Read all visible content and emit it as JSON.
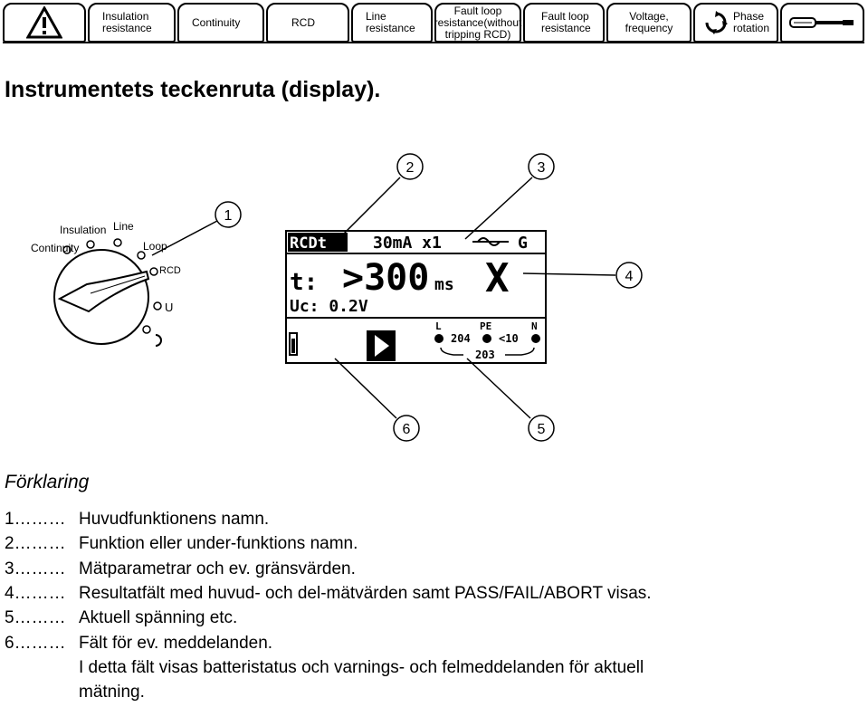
{
  "tabs": [
    {
      "label": "",
      "icon": "warning-icon"
    },
    {
      "label": "Insulation\nresistance"
    },
    {
      "label": "Continuity"
    },
    {
      "label": "RCD"
    },
    {
      "label": "Line\nresistance"
    },
    {
      "label": "Fault loop\nresistance(without\ntripping RCD)"
    },
    {
      "label": "Fault loop\nresistance"
    },
    {
      "label": "Voltage,\nfrequency"
    },
    {
      "label": "Phase\nrotation",
      "icon": "phase-rotation-icon"
    },
    {
      "label": "",
      "icon": "screwdriver-icon"
    }
  ],
  "heading": "Instrumentets teckenruta (display).",
  "figure": {
    "dial_labels": {
      "insulation": "Insulation",
      "line": "Line",
      "continuity": "Continuity",
      "loop": "Loop",
      "rcd": "RCD",
      "u": "U"
    },
    "lcd": {
      "func": "RCDt",
      "params": "30mA x1",
      "g": "G",
      "t_label": "t:",
      "t_value": ">300",
      "t_unit": "ms",
      "result": "X",
      "uc": "Uc: 0.2V",
      "term_l": "L",
      "term_pe": "PE",
      "term_n": "N",
      "v_l_pe": "204",
      "v_pe_n": "<10",
      "v_l_n": "203"
    },
    "callouts": [
      "1",
      "2",
      "3",
      "4",
      "5",
      "6"
    ]
  },
  "legend": {
    "title": "Förklaring",
    "items": [
      {
        "num": "1………",
        "text": "Huvudfunktionens namn."
      },
      {
        "num": "2………",
        "text": "Funktion eller under-funktions namn."
      },
      {
        "num": "3………",
        "text": "Mätparametrar och ev. gränsvärden."
      },
      {
        "num": "4………",
        "text": "Resultatfält med huvud- och del-mätvärden samt PASS/FAIL/ABORT visas."
      },
      {
        "num": "5………",
        "text": "Aktuell spänning etc."
      },
      {
        "num": "6………",
        "text": "Fält för ev. meddelanden."
      }
    ],
    "continuation": "I detta fält visas batteristatus och varnings- och felmeddelanden för aktuell",
    "continuation2": "mätning."
  }
}
